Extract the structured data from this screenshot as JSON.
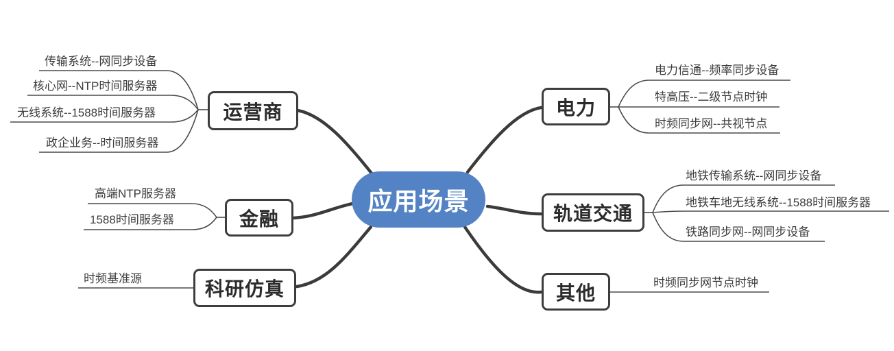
{
  "title": "应用场景",
  "colors": {
    "center_fill": "#5383C4",
    "center_text": "#FFFFFF",
    "node_border": "#3D3D3D",
    "node_text": "#2B2B2B",
    "connector_line": "#3B3B3B",
    "leaf_line": "#4A4A4A",
    "leaf_text": "#3C3C3C"
  },
  "branches": [
    {
      "label": "运营商",
      "side": "left",
      "children": [
        "传输系统--网同步设备",
        "核心网--NTP时间服务器",
        "无线系统--1588时间服务器",
        "政企业务--时间服务器"
      ]
    },
    {
      "label": "金融",
      "side": "left",
      "children": [
        "高端NTP服务器",
        "1588时间服务器"
      ]
    },
    {
      "label": "科研仿真",
      "side": "left",
      "children": [
        "时频基准源"
      ]
    },
    {
      "label": "电力",
      "side": "right",
      "children": [
        "电力信通--频率同步设备",
        "特高压--二级节点时钟",
        "时频同步网--共视节点"
      ]
    },
    {
      "label": "轨道交通",
      "side": "right",
      "children": [
        "地铁传输系统--网同步设备",
        "地铁车地无线系统--1588时间服务器",
        "铁路同步网--网同步设备"
      ]
    },
    {
      "label": "其他",
      "side": "right",
      "children": [
        "时频同步网节点时钟"
      ]
    }
  ]
}
